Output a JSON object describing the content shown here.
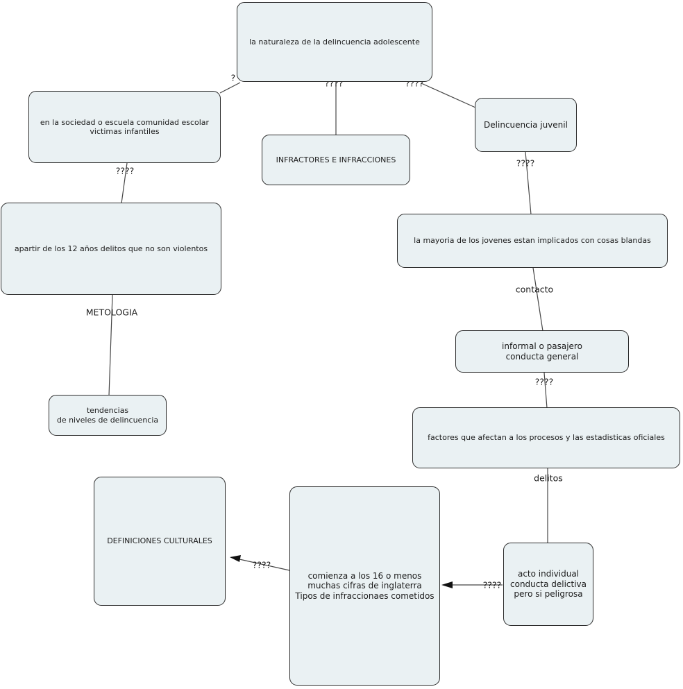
{
  "app": {
    "background_color": "#ffffff",
    "node_fill_color": "#eaf1f3",
    "node_border_color": "#2b2b2b",
    "line_color": "#454545",
    "text_color": "#1b1b1b"
  },
  "diagram": {
    "nodes": {
      "naturaleza": {
        "text": "la naturaleza de la delincuencia adolescente"
      },
      "sociedad": {
        "text": "en la sociedad o escuela comunidad escolar\nvictimas infantiles"
      },
      "infractores": {
        "text": "INFRACTORES E INFRACCIONES"
      },
      "delincuencia": {
        "text": "Delincuencia juvenil"
      },
      "apartir": {
        "text": "apartir de los 12 años delitos que no son violentos"
      },
      "tendencias": {
        "text": "tendencias\nde niveles de delincuencia"
      },
      "mayoria": {
        "text": "la mayoria de los jovenes estan implicados con cosas blandas"
      },
      "informal": {
        "text": "informal o pasajero\nconducta general"
      },
      "factores": {
        "text": "factores que afectan a los procesos y las estadisticas oficiales"
      },
      "definiciones": {
        "text": "DEFINICIONES CULTURALES"
      },
      "comienza": {
        "text": "comienza a los 16 o menos\nmuchas cifras de inglaterra\nTipos de infraccionaes cometidos"
      },
      "acto": {
        "text": "acto individual\nconducta delictiva\npero si peligrosa"
      }
    },
    "edge_labels": {
      "top_question": "?",
      "naturaleza_infractores": "????",
      "naturaleza_delincuencia": "????",
      "sociedad_apartir": "????",
      "apartir_tendencias": "METOLOGIA",
      "delincuencia_mayoria": "????",
      "mayoria_informal": "contacto",
      "informal_factores": "????",
      "factores_acto": "delitos",
      "acto_comienza": "????",
      "comienza_definiciones": "????"
    }
  }
}
